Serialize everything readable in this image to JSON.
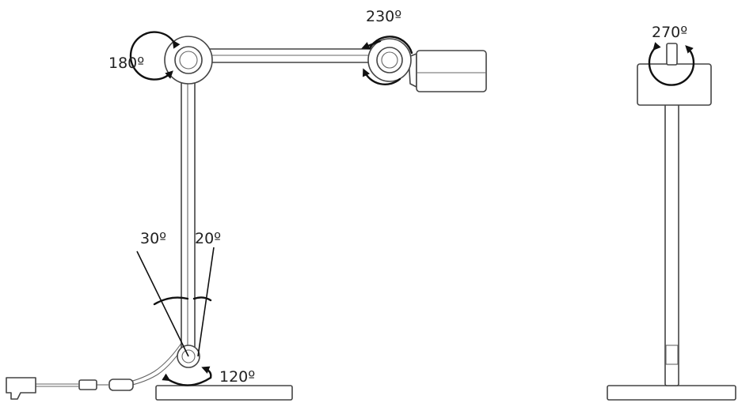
{
  "diagram": {
    "angles": {
      "elbow": "180º",
      "head_joint": "230º",
      "head_rotation": "270º",
      "tilt_back": "30º",
      "tilt_forward": "20º",
      "base_rotation": "120º"
    }
  }
}
